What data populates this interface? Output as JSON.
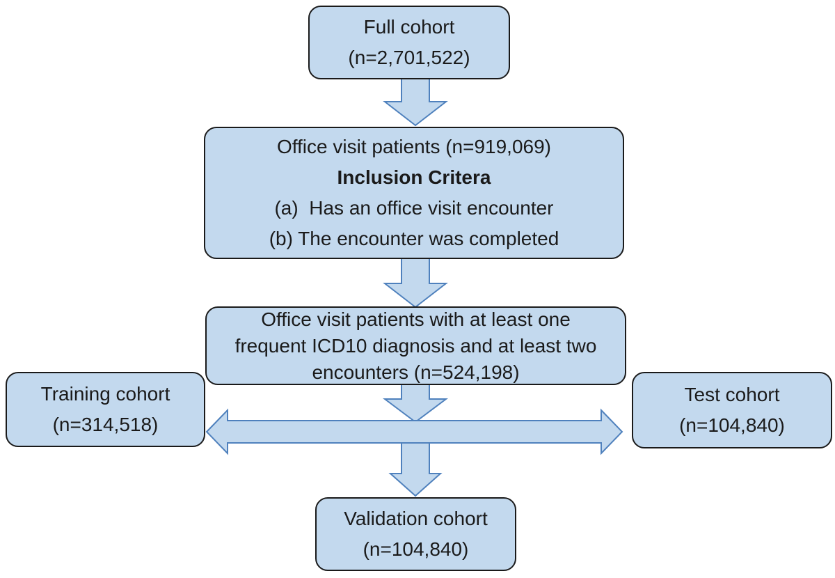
{
  "figure": {
    "colors": {
      "background": "#FFFFFF",
      "box_fill": "#C3D9EE",
      "box_border": "#1A1A1A",
      "arrow_fill": "#C3D9EE",
      "arrow_stroke": "#4F81BD",
      "text": "#1A1A1A"
    },
    "boxes": {
      "full_cohort": {
        "line1": "Full cohort",
        "line2": "(n=2,701,522)"
      },
      "office_visit": {
        "line1": "Office visit patients (n=919,069)",
        "line2": "Inclusion Critera",
        "line3": "(a)  Has an office visit encounter",
        "line4": "(b) The encounter was completed"
      },
      "icd10_cohort": {
        "line1": "Office visit patients with at least one",
        "line2": "frequent ICD10 diagnosis and at least two",
        "line3": "encounters (n=524,198)"
      },
      "training_cohort": {
        "line1": "Training cohort",
        "line2": "(n=314,518)"
      },
      "test_cohort": {
        "line1": "Test cohort",
        "line2": "(n=104,840)"
      },
      "validation_cohort": {
        "line1": "Validation cohort",
        "line2": "(n=104,840)"
      }
    }
  }
}
